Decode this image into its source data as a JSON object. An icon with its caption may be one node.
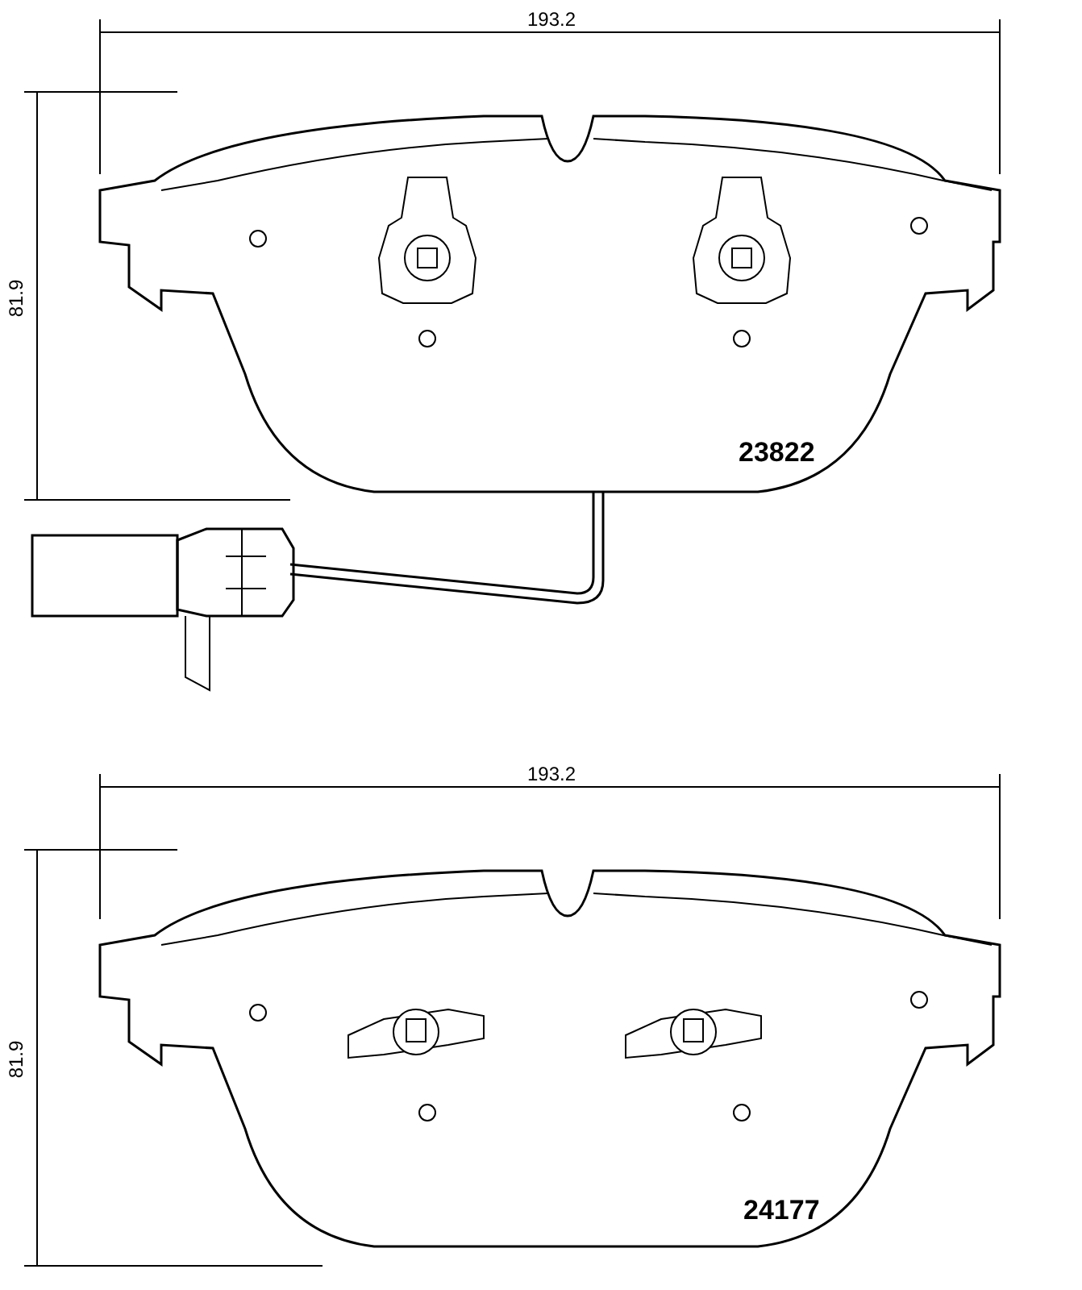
{
  "diagram": {
    "labels": [
      "193.2",
      "81.9",
      "23822",
      "193.2",
      "81.9",
      "24177"
    ]
  }
}
